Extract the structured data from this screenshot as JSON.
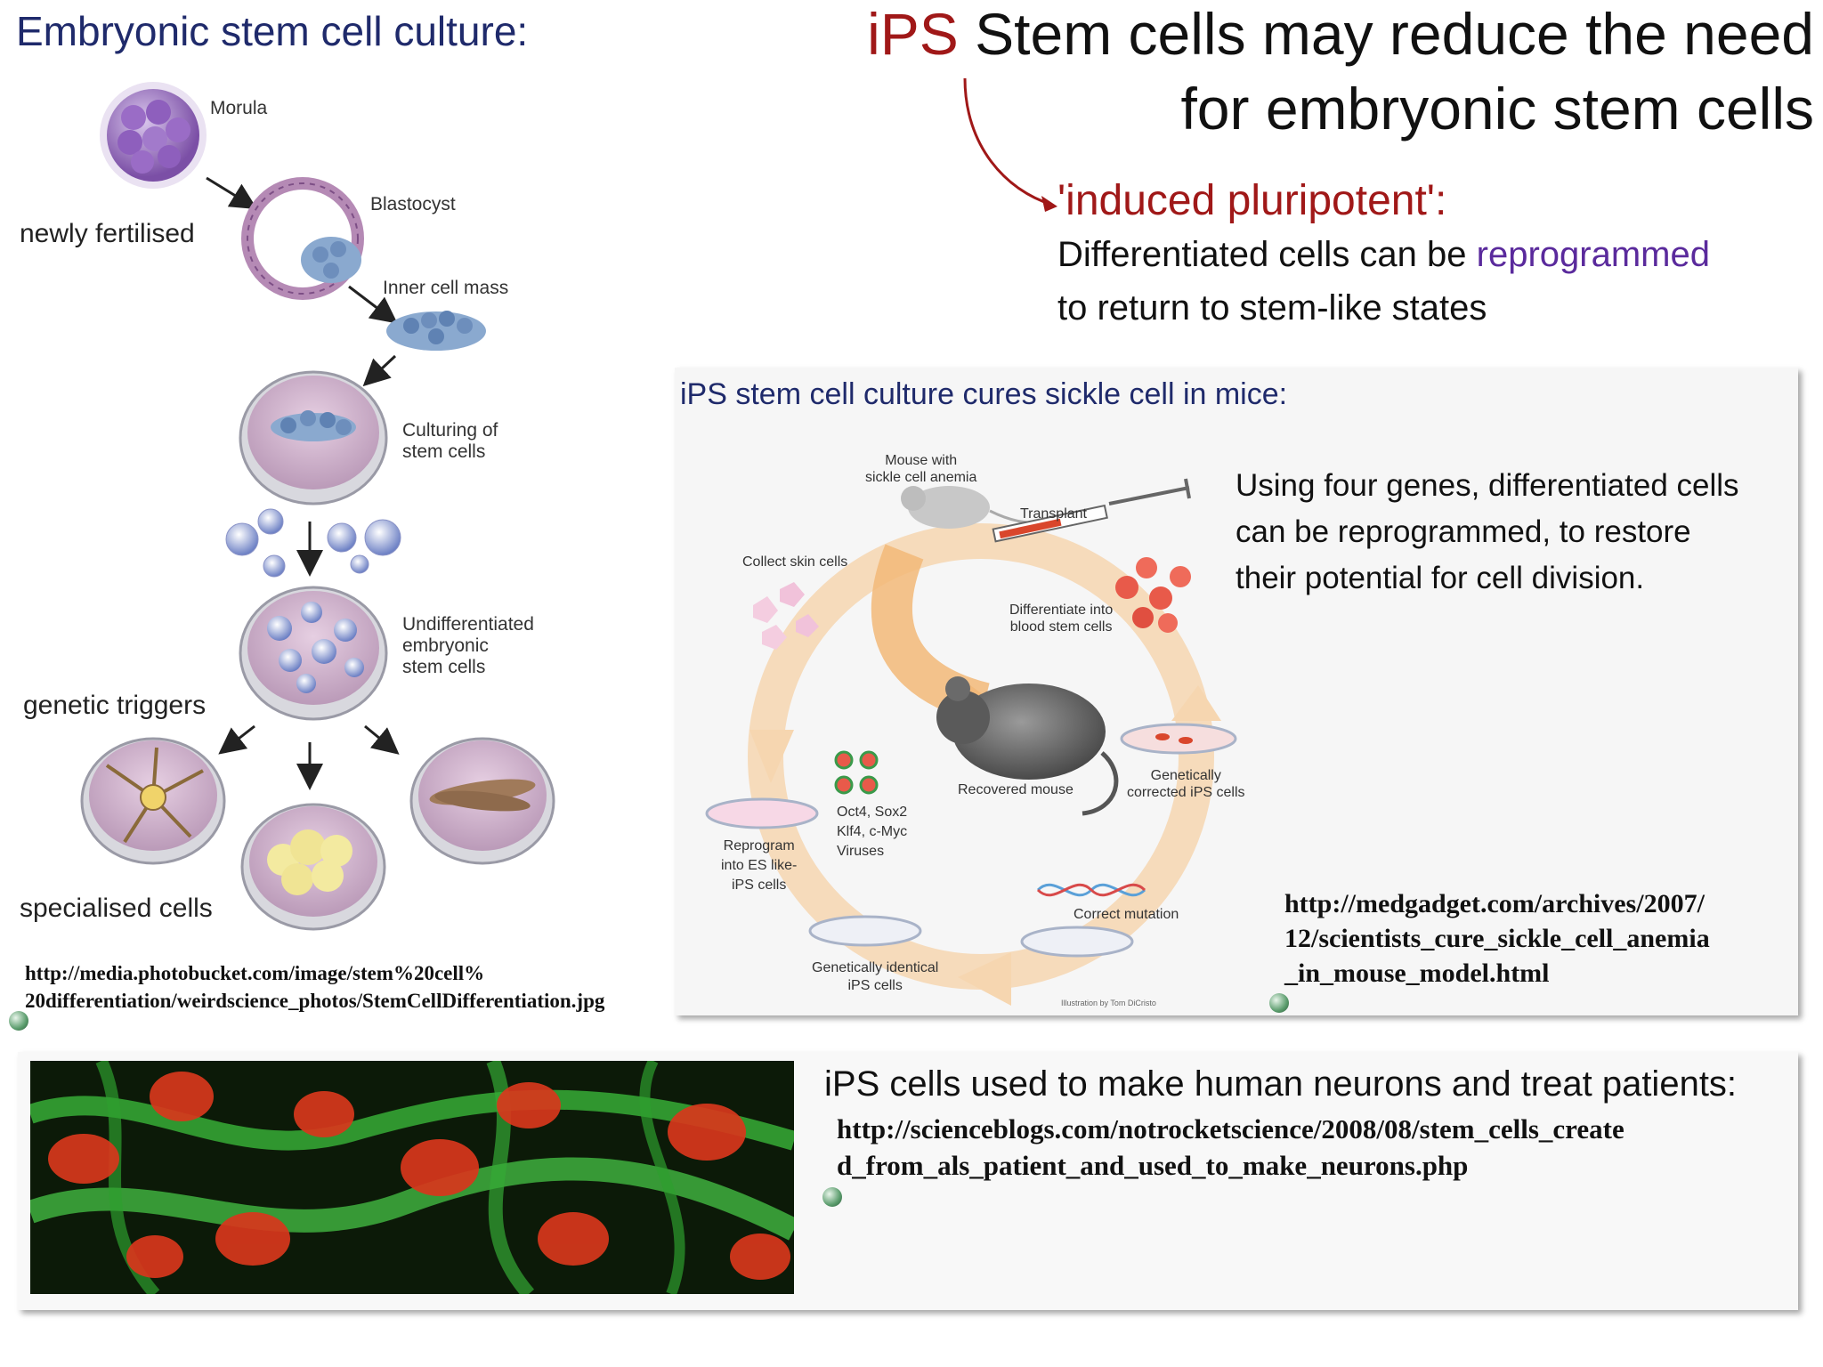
{
  "left_heading": "Embryonic stem cell culture:",
  "title": {
    "line1_ips": "iPS",
    "line1_rest": " Stem cells may reduce the need",
    "line2": "for embryonic stem cells"
  },
  "definition": {
    "term": "'induced pluripotent':",
    "line1_a": "Differentiated cells can be ",
    "line1_highlight": "reprogrammed",
    "line2": "to return to stem-like states"
  },
  "left_diagram": {
    "labels": {
      "morula": "Morula",
      "blastocyst": "Blastocyst",
      "inner_cell_mass": "Inner cell mass",
      "culturing_1": "Culturing of",
      "culturing_2": "stem cells",
      "undiff_1": "Undifferentiated",
      "undiff_2": "embryonic",
      "undiff_3": "stem cells"
    },
    "side_labels": {
      "newly_fertilised": "newly fertilised",
      "genetic_triggers": "genetic triggers",
      "specialised_cells": "specialised cells"
    },
    "url_line1": "http://media.photobucket.com/image/stem%20cell%",
    "url_line2": "20differentiation/weirdscience_photos/StemCellDifferentiation.jpg"
  },
  "mid_panel": {
    "title": "iPS stem cell culture cures sickle cell in mice:",
    "text_line1": "Using four genes, differentiated cells",
    "text_line2": "can be reprogrammed, to restore",
    "text_line3": "their potential for cell division.",
    "url_line1": "http://medgadget.com/archives/2007/",
    "url_line2": "12/scientists_cure_sickle_cell_anemia",
    "url_line3": "_in_mouse_model.html",
    "cycle_labels": {
      "mouse_1": "Mouse with",
      "mouse_2": "sickle cell anemia",
      "transplant": "Transplant",
      "collect": "Collect skin cells",
      "diff_1": "Differentiate into",
      "diff_2": "blood stem cells",
      "recovered": "Recovered mouse",
      "corrected_1": "Genetically",
      "corrected_2": "corrected iPS cells",
      "genes_1": "Oct4, Sox2",
      "genes_2": "Klf4, c-Myc",
      "genes_3": "Viruses",
      "reprogram_1": "Reprogram",
      "reprogram_2": "into ES like-",
      "reprogram_3": "iPS cells",
      "correct_mutation": "Correct mutation",
      "identical_1": "Genetically identical",
      "identical_2": "iPS cells",
      "credit": "Illustration by Tom DiCristo"
    }
  },
  "bottom_panel": {
    "title": "iPS cells used to make human neurons and treat patients:",
    "url_line1": "http://scienceblogs.com/notrocketscience/2008/08/stem_cells_create",
    "url_line2": "d_from_als_patient_and_used_to_make_neurons.php"
  }
}
